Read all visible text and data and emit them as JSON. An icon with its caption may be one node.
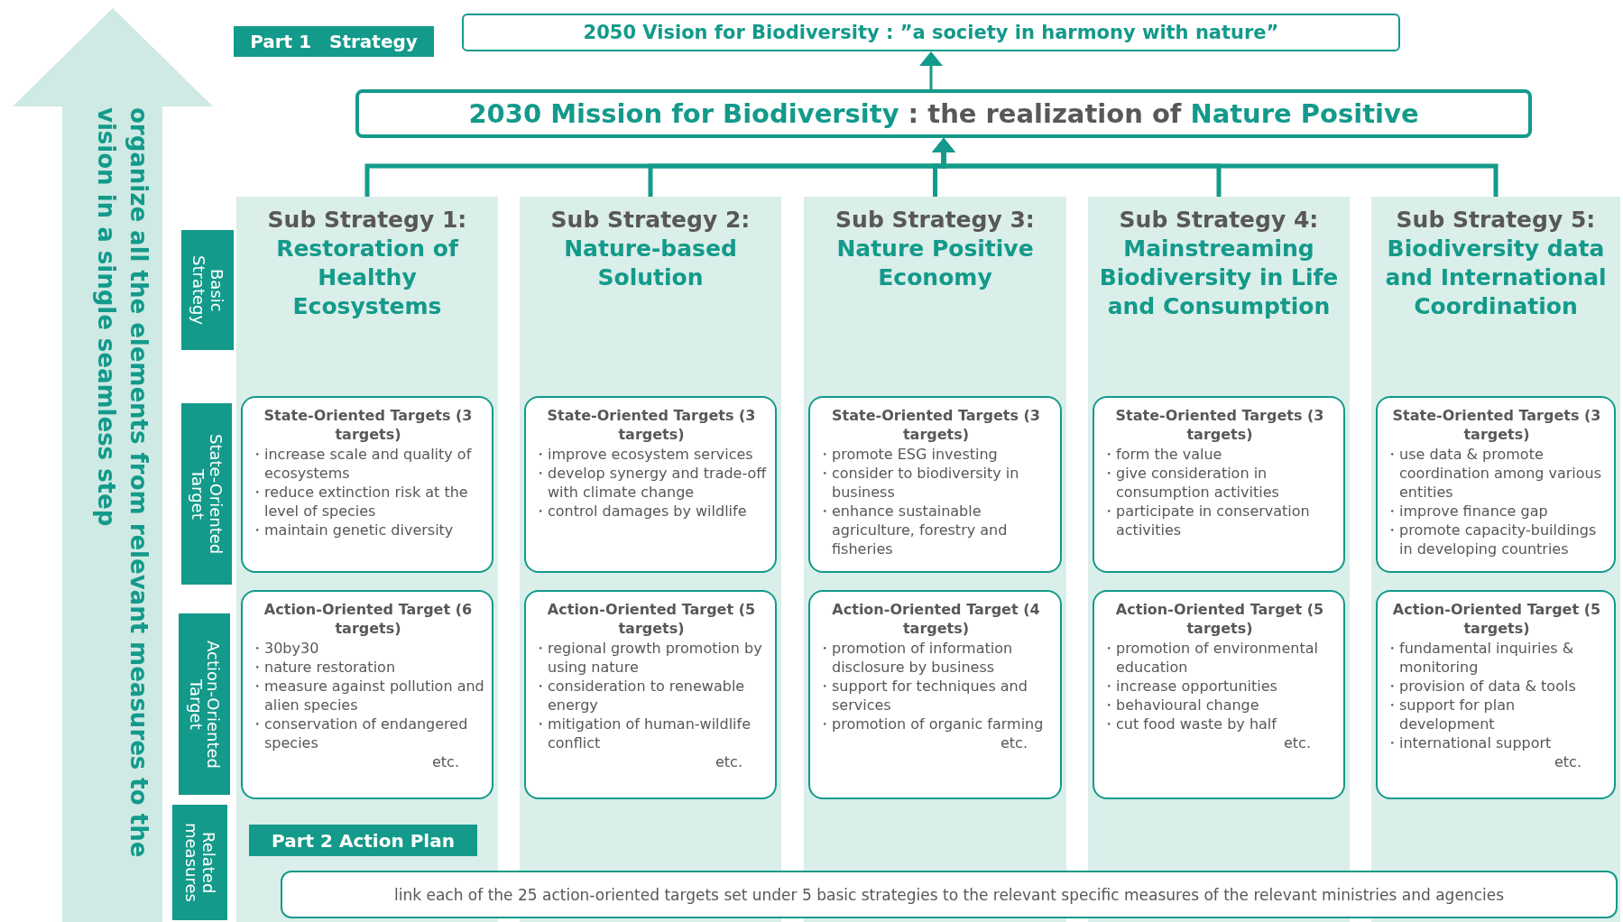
{
  "diagram": {
    "nodes": [
      {
        "text": [
          "organize all the elements from relevant measures to the vision in a single seamless step"
        ]
      },
      {
        "text": [
          "Part 1　Strategy"
        ]
      },
      {
        "text": [
          "2050 Vision for Biodiversity : ”a society in harmony with nature”"
        ]
      },
      {
        "text": [
          "2030 Mission for Biodiversity",
          ": the realization of",
          "Nature Positive"
        ]
      },
      {
        "text": [
          "Basic Strategy"
        ]
      },
      {
        "text": [
          "Sub Strategy 1:",
          "Restoration of Healthy Ecosystems"
        ]
      },
      {
        "text": [
          "Sub Strategy 2:",
          "Nature-based Solution"
        ]
      },
      {
        "text": [
          "Sub Strategy 3:",
          "Nature Positive Economy"
        ]
      },
      {
        "text": [
          "Sub Strategy 4:",
          "Mainstreaming Biodiversity in Life and Consumption"
        ]
      },
      {
        "text": [
          "Sub Strategy 5:",
          "Biodiversity data and International Coordination"
        ]
      },
      {
        "text": [
          "State-Oriented Target"
        ]
      },
      {
        "text": [
          "State-Oriented Targets (3 targets)",
          "・increase scale and quality of ecosystems",
          "・reduce extinction risk at the level of species",
          "・maintain genetic diversity"
        ],
        "in": 5
      },
      {
        "text": [
          "State-Oriented Targets (3 targets)",
          "・improve ecosystem services",
          "・develop synergy and trade-off with climate change",
          "・control damages by wildlife"
        ],
        "in": 6
      },
      {
        "text": [
          "State-Oriented Targets (3 targets)",
          "・promote ESG investing",
          "・consider to biodiversity in business",
          "・enhance sustainable agriculture, forestry and fisheries"
        ],
        "in": 7
      },
      {
        "text": [
          "State-Oriented Targets (3 targets)",
          "・form the value",
          "・give consideration in consumption activities",
          "・participate in conservation activities"
        ],
        "in": 8
      },
      {
        "text": [
          "State-Oriented Targets (3 targets)",
          "・use data & promote coordination among various entities",
          "・improve finance gap",
          "・promote capacity-buildings in developing countries"
        ],
        "in": 9
      },
      {
        "text": [
          "Action-Oriented Target"
        ]
      },
      {
        "text": [
          "Action-Oriented Target (6 targets)",
          "・30by30",
          "・nature restoration",
          "・measure against pollution and alien species",
          "・conservation of endangered species",
          "etc."
        ],
        "in": 5
      },
      {
        "text": [
          "Action-Oriented Target (5 targets)",
          "・regional growth promotion by using nature",
          "・consideration to renewable energy",
          "・mitigation of human-wildlife conflict",
          "etc."
        ],
        "in": 6
      },
      {
        "text": [
          "Action-Oriented Target (4 targets)",
          "・promotion of information disclosure by business",
          "・support for techniques and services",
          "・promotion of organic farming",
          "etc."
        ],
        "in": 7
      },
      {
        "text": [
          "Action-Oriented Target (5 targets)",
          "・promotion of environmental education",
          "・increase opportunities",
          "・behavioural change",
          "・cut food waste by half",
          "etc."
        ],
        "in": 8
      },
      {
        "text": [
          "Action-Oriented Target (5 targets)",
          "・fundamental inquiries & monitoring",
          "・provision of data & tools",
          "・support for plan development",
          "・international support",
          "etc."
        ],
        "in": 9
      },
      {
        "text": [
          "Related measures"
        ]
      },
      {
        "text": [
          "Part 2 Action Plan"
        ],
        "in": 5
      },
      {
        "text": [
          "link each of the 25 action-oriented targets set under 5 basic strategies to the relevant specific measures of the relevant ministries and agencies"
        ]
      }
    ],
    "edges": [
      {
        "from": 3,
        "to": 2,
        "arrow": "to"
      },
      {
        "from": 5,
        "to": 3,
        "arrow": "to"
      },
      {
        "from": 6,
        "to": 3,
        "arrow": "to"
      },
      {
        "from": 7,
        "to": 3,
        "arrow": "to"
      },
      {
        "from": 8,
        "to": 3,
        "arrow": "to"
      },
      {
        "from": 9,
        "to": 3,
        "arrow": "to"
      }
    ]
  }
}
